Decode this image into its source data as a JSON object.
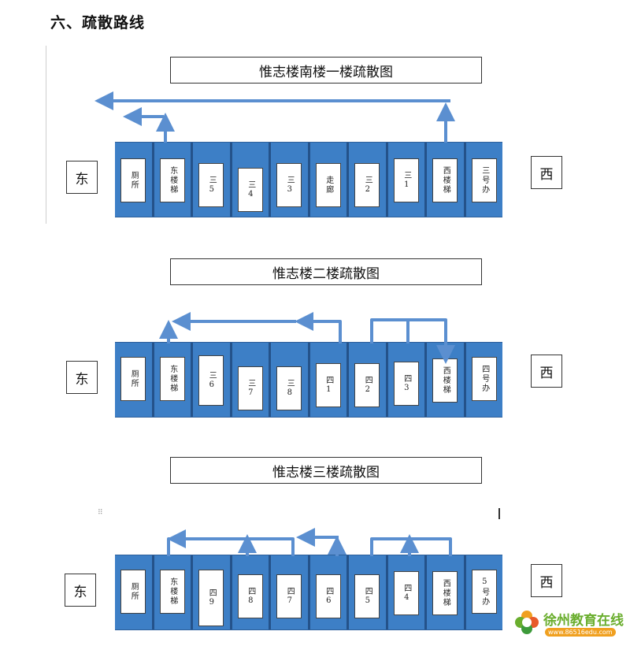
{
  "heading": "六、疏散路线",
  "plans": [
    {
      "title": "惟志楼南楼一楼疏散图",
      "east": "东",
      "west": "西",
      "rooms": [
        "厕所",
        "东楼梯",
        "三5",
        "三4",
        "三3",
        "走廊",
        "三2",
        "三1",
        "西楼梯",
        "三号办"
      ]
    },
    {
      "title": "惟志楼二楼疏散图",
      "east": "东",
      "west": "西",
      "rooms": [
        "厕所",
        "东楼梯",
        "三6",
        "三7",
        "三8",
        "四1",
        "四2",
        "四3",
        "西楼梯",
        "四号办"
      ]
    },
    {
      "title": "惟志楼三楼疏散图",
      "east": "东",
      "west": "西",
      "rooms": [
        "厕所",
        "东楼梯",
        "四9",
        "四8",
        "四7",
        "四6",
        "四5",
        "四4",
        "西楼梯",
        "5号办"
      ]
    }
  ],
  "watermark": {
    "name": "徐州教育在线",
    "url": "www.86516edu.com",
    "logo_icon": "flower-logo-icon"
  },
  "colors": {
    "strip": "#3d7fc6",
    "arrow": "#5b8fd0"
  }
}
